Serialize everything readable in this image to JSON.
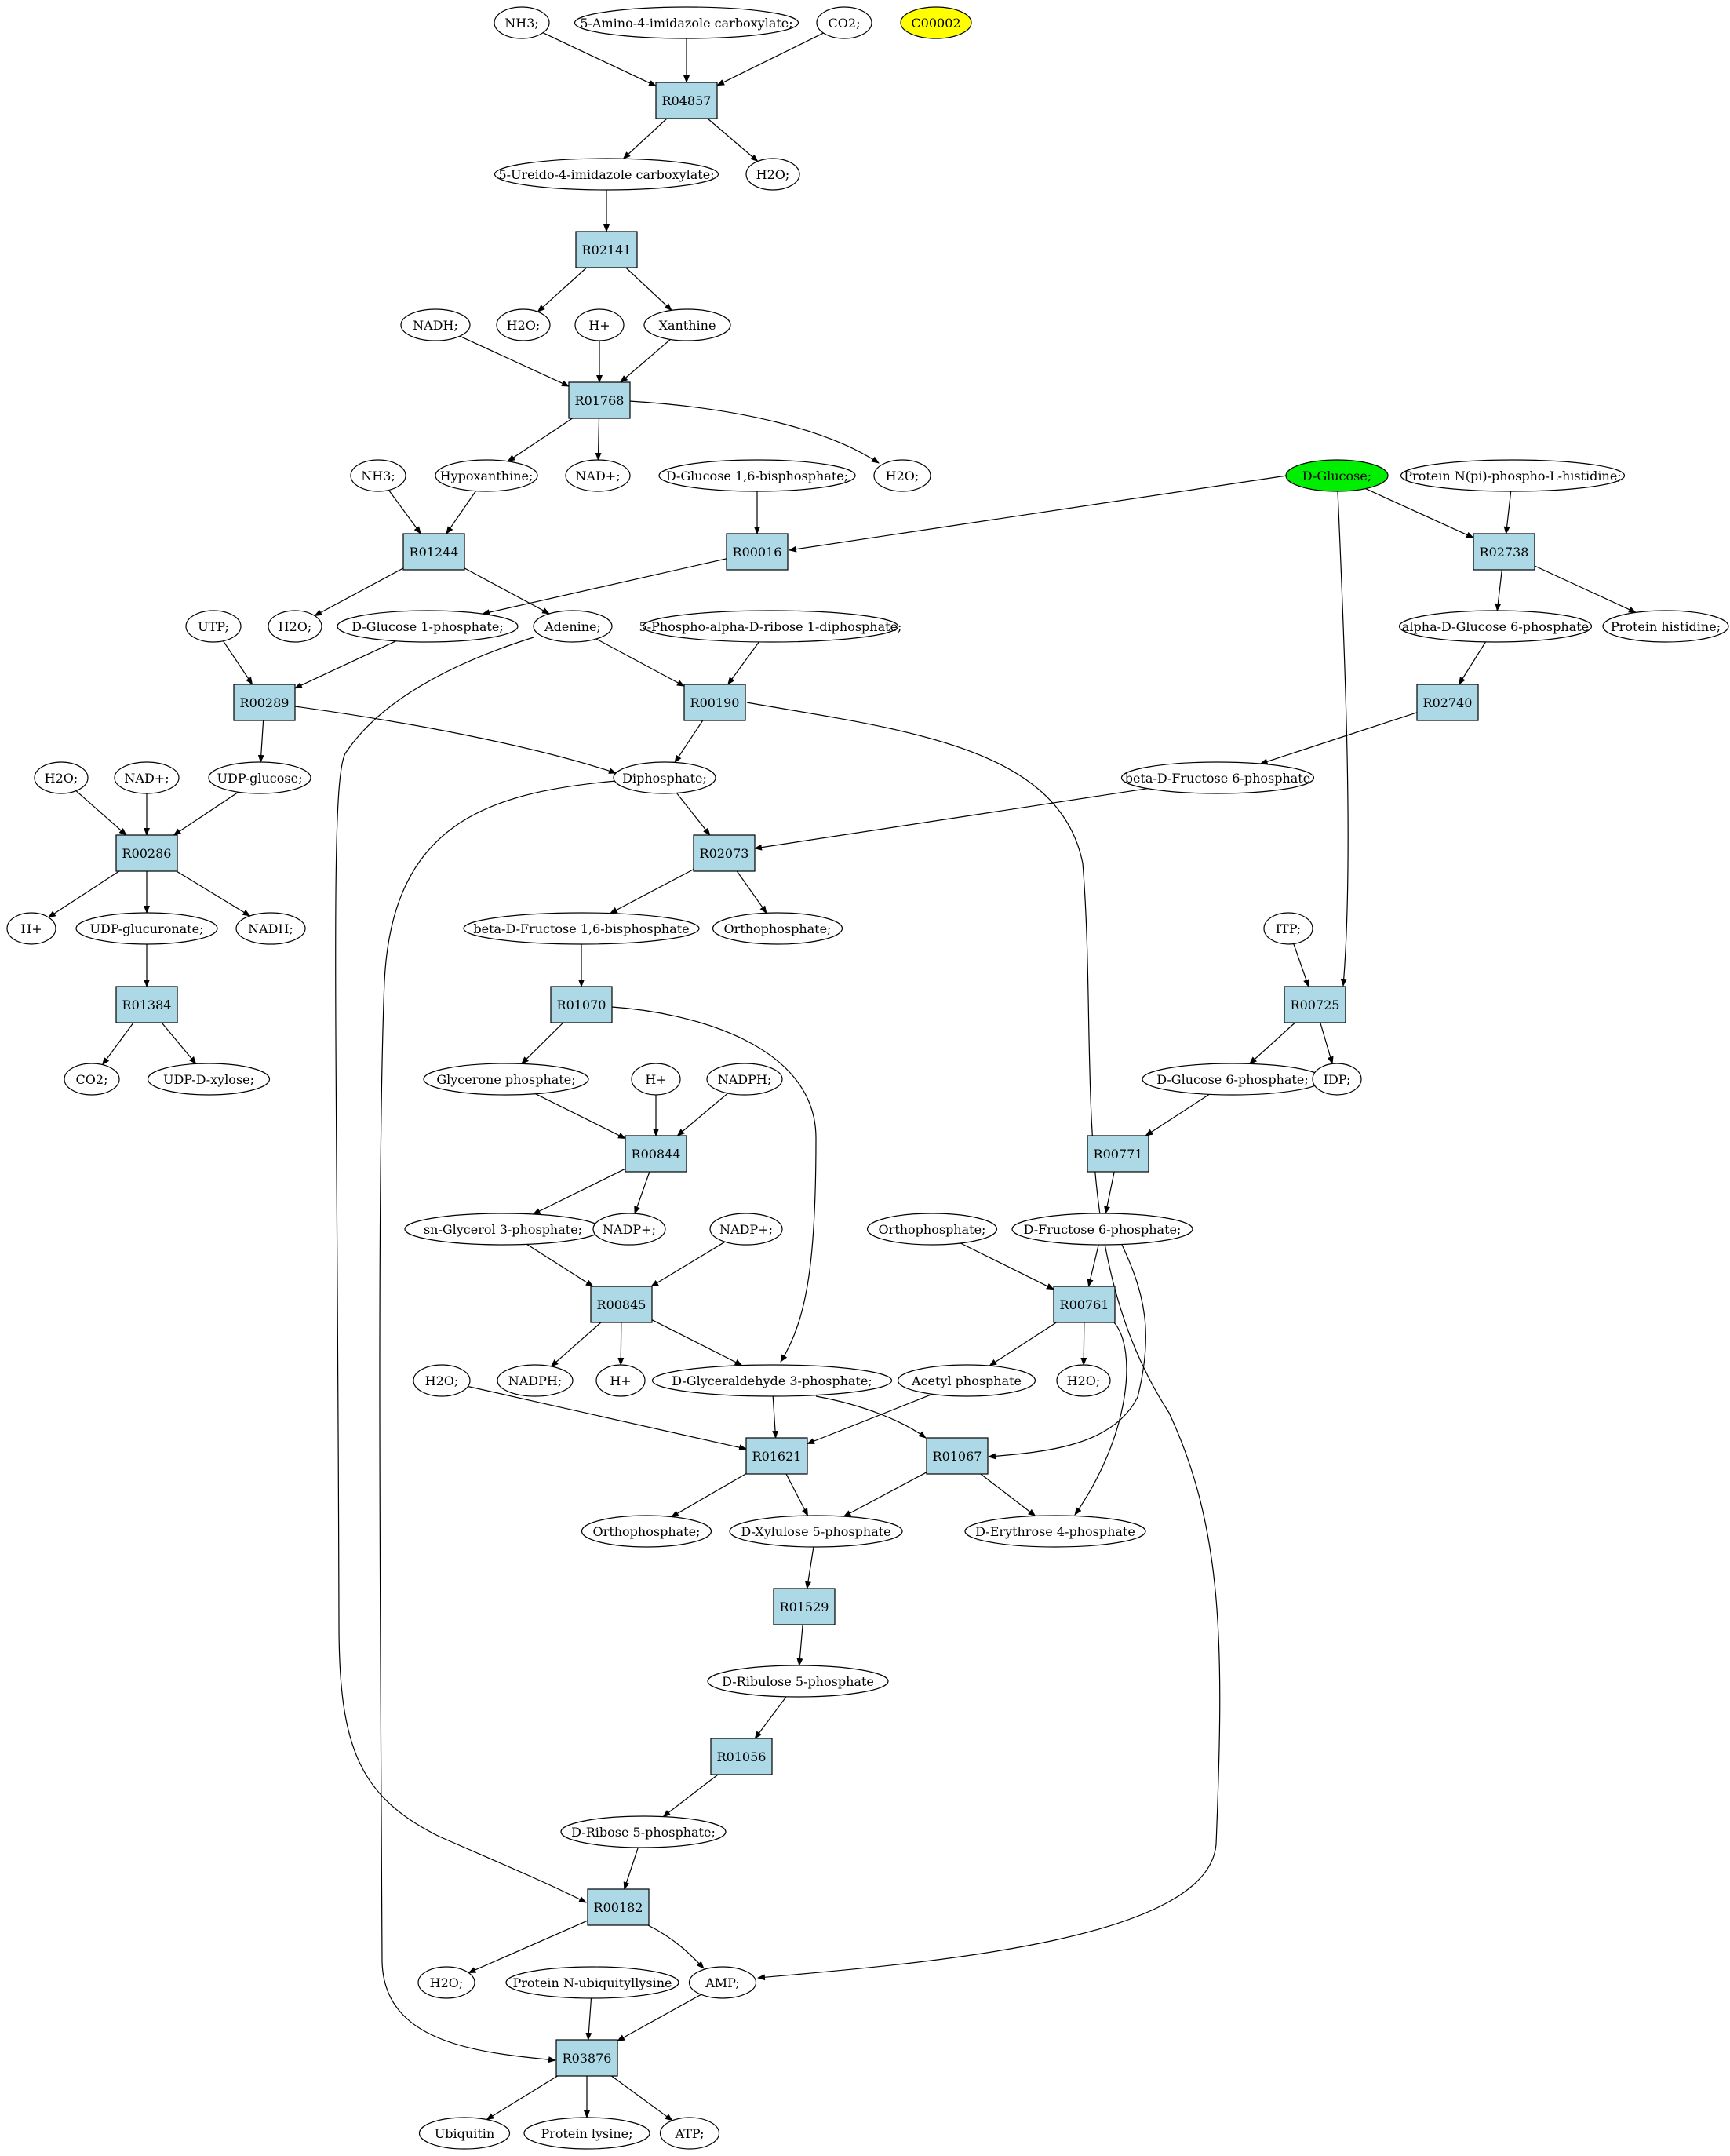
{
  "colors": {
    "reaction_fill": "#add8e6",
    "compound_fill": "#ffffff",
    "highlight_query": "#ffff00",
    "highlight_start": "#00ee00",
    "stroke": "#000000"
  },
  "nodes": [
    {
      "id": "C00002",
      "label": "C00002",
      "kind": "compound",
      "fill": "highlight_query"
    },
    {
      "id": "NH3_1",
      "label": "NH3;",
      "kind": "compound"
    },
    {
      "id": "AICA",
      "label": "5-Amino-4-imidazole carboxylate;",
      "kind": "compound"
    },
    {
      "id": "CO2_1",
      "label": "CO2;",
      "kind": "compound"
    },
    {
      "id": "R04857",
      "label": "R04857",
      "kind": "reaction"
    },
    {
      "id": "UICA",
      "label": "5-Ureido-4-imidazole carboxylate;",
      "kind": "compound"
    },
    {
      "id": "H2O_1",
      "label": "H2O;",
      "kind": "compound"
    },
    {
      "id": "R02141",
      "label": "R02141",
      "kind": "reaction"
    },
    {
      "id": "NADH_1",
      "label": "NADH;",
      "kind": "compound"
    },
    {
      "id": "H2O_2",
      "label": "H2O;",
      "kind": "compound"
    },
    {
      "id": "Hplus_1",
      "label": "H+",
      "kind": "compound"
    },
    {
      "id": "Xanthine",
      "label": "Xanthine",
      "kind": "compound"
    },
    {
      "id": "R01768",
      "label": "R01768",
      "kind": "reaction"
    },
    {
      "id": "NH3_2",
      "label": "NH3;",
      "kind": "compound"
    },
    {
      "id": "Hypoxanthine",
      "label": "Hypoxanthine;",
      "kind": "compound"
    },
    {
      "id": "NADplus_1",
      "label": "NAD+;",
      "kind": "compound"
    },
    {
      "id": "G16BP",
      "label": "D-Glucose 1,6-bisphosphate;",
      "kind": "compound"
    },
    {
      "id": "H2O_3",
      "label": "H2O;",
      "kind": "compound"
    },
    {
      "id": "DGlucose",
      "label": "D-Glucose;",
      "kind": "compound",
      "fill": "highlight_start"
    },
    {
      "id": "ProtNpi",
      "label": "Protein N(pi)-phospho-L-histidine;",
      "kind": "compound"
    },
    {
      "id": "R01244",
      "label": "R01244",
      "kind": "reaction"
    },
    {
      "id": "R00016",
      "label": "R00016",
      "kind": "reaction"
    },
    {
      "id": "R02738",
      "label": "R02738",
      "kind": "reaction"
    },
    {
      "id": "UTP",
      "label": "UTP;",
      "kind": "compound"
    },
    {
      "id": "H2O_4",
      "label": "H2O;",
      "kind": "compound"
    },
    {
      "id": "G1P",
      "label": "D-Glucose 1-phosphate;",
      "kind": "compound"
    },
    {
      "id": "Adenine",
      "label": "Adenine;",
      "kind": "compound"
    },
    {
      "id": "PRPP",
      "label": "5-Phospho-alpha-D-ribose 1-diphosphate;",
      "kind": "compound"
    },
    {
      "id": "aG6P",
      "label": "alpha-D-Glucose 6-phosphate",
      "kind": "compound"
    },
    {
      "id": "ProtHis",
      "label": "Protein histidine;",
      "kind": "compound"
    },
    {
      "id": "R00289",
      "label": "R00289",
      "kind": "reaction"
    },
    {
      "id": "R00190",
      "label": "R00190",
      "kind": "reaction"
    },
    {
      "id": "R02740",
      "label": "R02740",
      "kind": "reaction"
    },
    {
      "id": "H2O_5",
      "label": "H2O;",
      "kind": "compound"
    },
    {
      "id": "NADplus_2",
      "label": "NAD+;",
      "kind": "compound"
    },
    {
      "id": "UDPglc",
      "label": "UDP-glucose;",
      "kind": "compound"
    },
    {
      "id": "Diphosphate",
      "label": "Diphosphate;",
      "kind": "compound"
    },
    {
      "id": "bF6P",
      "label": "beta-D-Fructose 6-phosphate",
      "kind": "compound"
    },
    {
      "id": "R00286",
      "label": "R00286",
      "kind": "reaction"
    },
    {
      "id": "R02073",
      "label": "R02073",
      "kind": "reaction"
    },
    {
      "id": "Hplus_2",
      "label": "H+",
      "kind": "compound"
    },
    {
      "id": "UDPglcA",
      "label": "UDP-glucuronate;",
      "kind": "compound"
    },
    {
      "id": "NADH_2",
      "label": "NADH;",
      "kind": "compound"
    },
    {
      "id": "bFBP",
      "label": "beta-D-Fructose 1,6-bisphosphate",
      "kind": "compound"
    },
    {
      "id": "Orthophos_1",
      "label": "Orthophosphate;",
      "kind": "compound"
    },
    {
      "id": "ITP",
      "label": "ITP;",
      "kind": "compound"
    },
    {
      "id": "R01384",
      "label": "R01384",
      "kind": "reaction"
    },
    {
      "id": "R01070",
      "label": "R01070",
      "kind": "reaction"
    },
    {
      "id": "R00725",
      "label": "R00725",
      "kind": "reaction"
    },
    {
      "id": "CO2_2",
      "label": "CO2;",
      "kind": "compound"
    },
    {
      "id": "UDPxyl",
      "label": "UDP-D-xylose;",
      "kind": "compound"
    },
    {
      "id": "GlyceroneP",
      "label": "Glycerone phosphate;",
      "kind": "compound"
    },
    {
      "id": "Hplus_3",
      "label": "H+",
      "kind": "compound"
    },
    {
      "id": "NADPH_1",
      "label": "NADPH;",
      "kind": "compound"
    },
    {
      "id": "G6P",
      "label": "D-Glucose 6-phosphate;",
      "kind": "compound"
    },
    {
      "id": "IDP",
      "label": "IDP;",
      "kind": "compound"
    },
    {
      "id": "R00844",
      "label": "R00844",
      "kind": "reaction"
    },
    {
      "id": "R00771",
      "label": "R00771",
      "kind": "reaction"
    },
    {
      "id": "snG3P",
      "label": "sn-Glycerol 3-phosphate;",
      "kind": "compound"
    },
    {
      "id": "NADPplus_1",
      "label": "NADP+;",
      "kind": "compound"
    },
    {
      "id": "NADPplus_2",
      "label": "NADP+;",
      "kind": "compound"
    },
    {
      "id": "Orthophos_2",
      "label": "Orthophosphate;",
      "kind": "compound"
    },
    {
      "id": "F6P",
      "label": "D-Fructose 6-phosphate;",
      "kind": "compound"
    },
    {
      "id": "R00845",
      "label": "R00845",
      "kind": "reaction"
    },
    {
      "id": "R00761",
      "label": "R00761",
      "kind": "reaction"
    },
    {
      "id": "H2O_6",
      "label": "H2O;",
      "kind": "compound"
    },
    {
      "id": "NADPH_2",
      "label": "NADPH;",
      "kind": "compound"
    },
    {
      "id": "Hplus_4",
      "label": "H+",
      "kind": "compound"
    },
    {
      "id": "GAP",
      "label": "D-Glyceraldehyde 3-phosphate;",
      "kind": "compound"
    },
    {
      "id": "AcetylP",
      "label": "Acetyl phosphate",
      "kind": "compound"
    },
    {
      "id": "H2O_7",
      "label": "H2O;",
      "kind": "compound"
    },
    {
      "id": "R01621",
      "label": "R01621",
      "kind": "reaction"
    },
    {
      "id": "R01067",
      "label": "R01067",
      "kind": "reaction"
    },
    {
      "id": "Orthophos_3",
      "label": "Orthophosphate;",
      "kind": "compound"
    },
    {
      "id": "Xu5P",
      "label": "D-Xylulose 5-phosphate",
      "kind": "compound"
    },
    {
      "id": "E4P",
      "label": "D-Erythrose 4-phosphate",
      "kind": "compound"
    },
    {
      "id": "R01529",
      "label": "R01529",
      "kind": "reaction"
    },
    {
      "id": "Ru5P",
      "label": "D-Ribulose 5-phosphate",
      "kind": "compound"
    },
    {
      "id": "R01056",
      "label": "R01056",
      "kind": "reaction"
    },
    {
      "id": "R5P",
      "label": "D-Ribose 5-phosphate;",
      "kind": "compound"
    },
    {
      "id": "R00182",
      "label": "R00182",
      "kind": "reaction"
    },
    {
      "id": "H2O_8",
      "label": "H2O;",
      "kind": "compound"
    },
    {
      "id": "ProtNUbLys",
      "label": "Protein N-ubiquityllysine",
      "kind": "compound"
    },
    {
      "id": "AMP",
      "label": "AMP;",
      "kind": "compound"
    },
    {
      "id": "R03876",
      "label": "R03876",
      "kind": "reaction"
    },
    {
      "id": "Ubiquitin",
      "label": "Ubiquitin",
      "kind": "compound"
    },
    {
      "id": "ProtLys",
      "label": "Protein lysine;",
      "kind": "compound"
    },
    {
      "id": "ATP",
      "label": "ATP;",
      "kind": "compound"
    }
  ],
  "edges": [
    [
      "NH3_1",
      "R04857"
    ],
    [
      "AICA",
      "R04857"
    ],
    [
      "CO2_1",
      "R04857"
    ],
    [
      "R04857",
      "UICA"
    ],
    [
      "R04857",
      "H2O_1"
    ],
    [
      "UICA",
      "R02141"
    ],
    [
      "R02141",
      "H2O_2"
    ],
    [
      "R02141",
      "Xanthine"
    ],
    [
      "NADH_1",
      "R01768"
    ],
    [
      "Hplus_1",
      "R01768"
    ],
    [
      "Xanthine",
      "R01768"
    ],
    [
      "R01768",
      "Hypoxanthine"
    ],
    [
      "R01768",
      "NADplus_1"
    ],
    [
      "R01768",
      "H2O_3"
    ],
    [
      "NH3_2",
      "R01244"
    ],
    [
      "Hypoxanthine",
      "R01244"
    ],
    [
      "R01244",
      "H2O_4"
    ],
    [
      "R01244",
      "Adenine"
    ],
    [
      "G16BP",
      "R00016"
    ],
    [
      "DGlucose",
      "R00016"
    ],
    [
      "R00016",
      "G1P"
    ],
    [
      "DGlucose",
      "R02738"
    ],
    [
      "ProtNpi",
      "R02738"
    ],
    [
      "R02738",
      "aG6P"
    ],
    [
      "R02738",
      "ProtHis"
    ],
    [
      "DGlucose",
      "R00725"
    ],
    [
      "UTP",
      "R00289"
    ],
    [
      "G1P",
      "R00289"
    ],
    [
      "R00289",
      "UDPglc"
    ],
    [
      "R00289",
      "Diphosphate"
    ],
    [
      "Adenine",
      "R00190"
    ],
    [
      "PRPP",
      "R00190"
    ],
    [
      "R00190",
      "Diphosphate"
    ],
    [
      "R00190",
      "AMP"
    ],
    [
      "Adenine",
      "R00182"
    ],
    [
      "aG6P",
      "R02740"
    ],
    [
      "R02740",
      "bF6P"
    ],
    [
      "H2O_5",
      "R00286"
    ],
    [
      "NADplus_2",
      "R00286"
    ],
    [
      "UDPglc",
      "R00286"
    ],
    [
      "R00286",
      "Hplus_2"
    ],
    [
      "R00286",
      "UDPglcA"
    ],
    [
      "R00286",
      "NADH_2"
    ],
    [
      "Diphosphate",
      "R02073"
    ],
    [
      "bF6P",
      "R02073"
    ],
    [
      "Diphosphate",
      "R03876"
    ],
    [
      "R02073",
      "bFBP"
    ],
    [
      "R02073",
      "Orthophos_1"
    ],
    [
      "UDPglcA",
      "R01384"
    ],
    [
      "R01384",
      "CO2_2"
    ],
    [
      "R01384",
      "UDPxyl"
    ],
    [
      "bFBP",
      "R01070"
    ],
    [
      "R01070",
      "GlyceroneP"
    ],
    [
      "R01070",
      "GAP"
    ],
    [
      "ITP",
      "R00725"
    ],
    [
      "R00725",
      "G6P"
    ],
    [
      "R00725",
      "IDP"
    ],
    [
      "GlyceroneP",
      "R00844"
    ],
    [
      "Hplus_3",
      "R00844"
    ],
    [
      "NADPH_1",
      "R00844"
    ],
    [
      "R00844",
      "snG3P"
    ],
    [
      "R00844",
      "NADPplus_1"
    ],
    [
      "G6P",
      "R00771"
    ],
    [
      "R00771",
      "F6P"
    ],
    [
      "snG3P",
      "R00845"
    ],
    [
      "NADPplus_2",
      "R00845"
    ],
    [
      "R00845",
      "NADPH_2"
    ],
    [
      "R00845",
      "Hplus_4"
    ],
    [
      "R00845",
      "GAP"
    ],
    [
      "Orthophos_2",
      "R00761"
    ],
    [
      "F6P",
      "R00761"
    ],
    [
      "F6P",
      "R01067"
    ],
    [
      "R00761",
      "AcetylP"
    ],
    [
      "R00761",
      "H2O_7"
    ],
    [
      "R00761",
      "E4P"
    ],
    [
      "H2O_6",
      "R01621"
    ],
    [
      "GAP",
      "R01621"
    ],
    [
      "AcetylP",
      "R01621"
    ],
    [
      "GAP",
      "R01067"
    ],
    [
      "R01621",
      "Orthophos_3"
    ],
    [
      "R01621",
      "Xu5P"
    ],
    [
      "R01067",
      "Xu5P"
    ],
    [
      "R01067",
      "E4P"
    ],
    [
      "Xu5P",
      "R01529"
    ],
    [
      "R01529",
      "Ru5P"
    ],
    [
      "Ru5P",
      "R01056"
    ],
    [
      "R01056",
      "R5P"
    ],
    [
      "R5P",
      "R00182"
    ],
    [
      "R00182",
      "H2O_8"
    ],
    [
      "R00182",
      "AMP"
    ],
    [
      "ProtNUbLys",
      "R03876"
    ],
    [
      "AMP",
      "R03876"
    ],
    [
      "R03876",
      "Ubiquitin"
    ],
    [
      "R03876",
      "ProtLys"
    ],
    [
      "R03876",
      "ATP"
    ]
  ]
}
